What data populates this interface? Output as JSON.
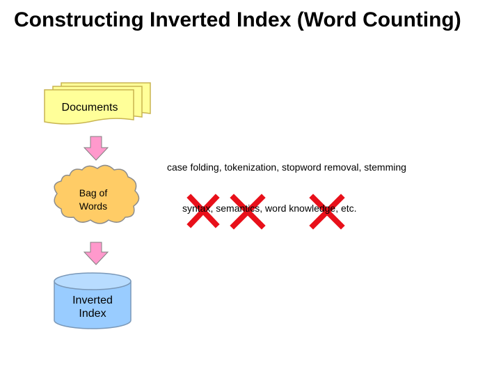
{
  "title": "Constructing Inverted Index (Word Counting)",
  "nodes": {
    "documents": "Documents",
    "bag_of_words": {
      "line1": "Bag of",
      "line2": "Words"
    },
    "inverted_index": {
      "line1": "Inverted",
      "line2": "Index"
    }
  },
  "annotations": {
    "preprocessing": "case folding, tokenization, stopword removal, stemming",
    "ignored": "syntax, semantics, word knowledge, etc."
  },
  "colors": {
    "documents_fill": "#ffff99",
    "cloud_fill": "#ffcc66",
    "cylinder_fill": "#99ccff",
    "arrow_fill": "#ff99cc",
    "cross": "#e8101a"
  }
}
